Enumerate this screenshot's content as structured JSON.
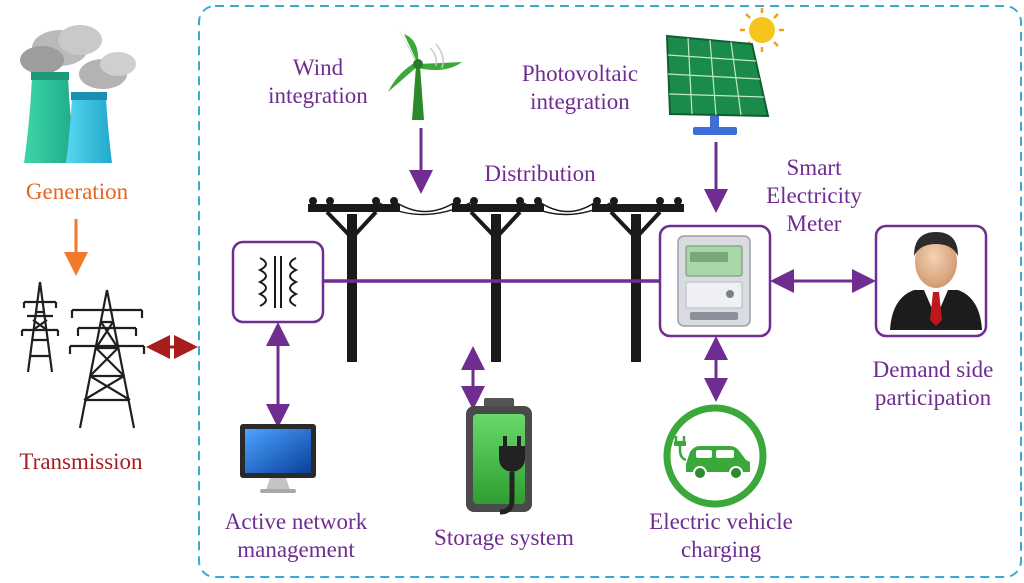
{
  "labels": {
    "generation": "Generation",
    "transmission": "Transmission",
    "wind": [
      "Wind",
      "integration"
    ],
    "photovoltaic": [
      "Photovoltaic",
      "integration"
    ],
    "distribution": "Distribution",
    "smart_meter": [
      "Smart",
      "Electricity",
      "Meter"
    ],
    "demand_side": [
      "Demand side",
      "participation"
    ],
    "active_network": [
      "Active network",
      "management"
    ],
    "storage": "Storage system",
    "ev_charging": [
      "Electric vehicle",
      "charging"
    ]
  },
  "colors": {
    "purple": "#6f2c91",
    "orange": "#e8641f",
    "dark_red": "#a81d1d",
    "dashed_border": "#3aa9d9",
    "green": "#3aa83a",
    "black": "#1a1a1a"
  },
  "icons": [
    "power-plant-icon",
    "transmission-tower-icon",
    "wind-turbine-icon",
    "solar-panel-icon",
    "sun-icon",
    "transformer-icon",
    "utility-pole-icon",
    "smart-meter-icon",
    "businessman-icon",
    "monitor-icon",
    "battery-icon",
    "plug-icon",
    "electric-car-icon"
  ]
}
